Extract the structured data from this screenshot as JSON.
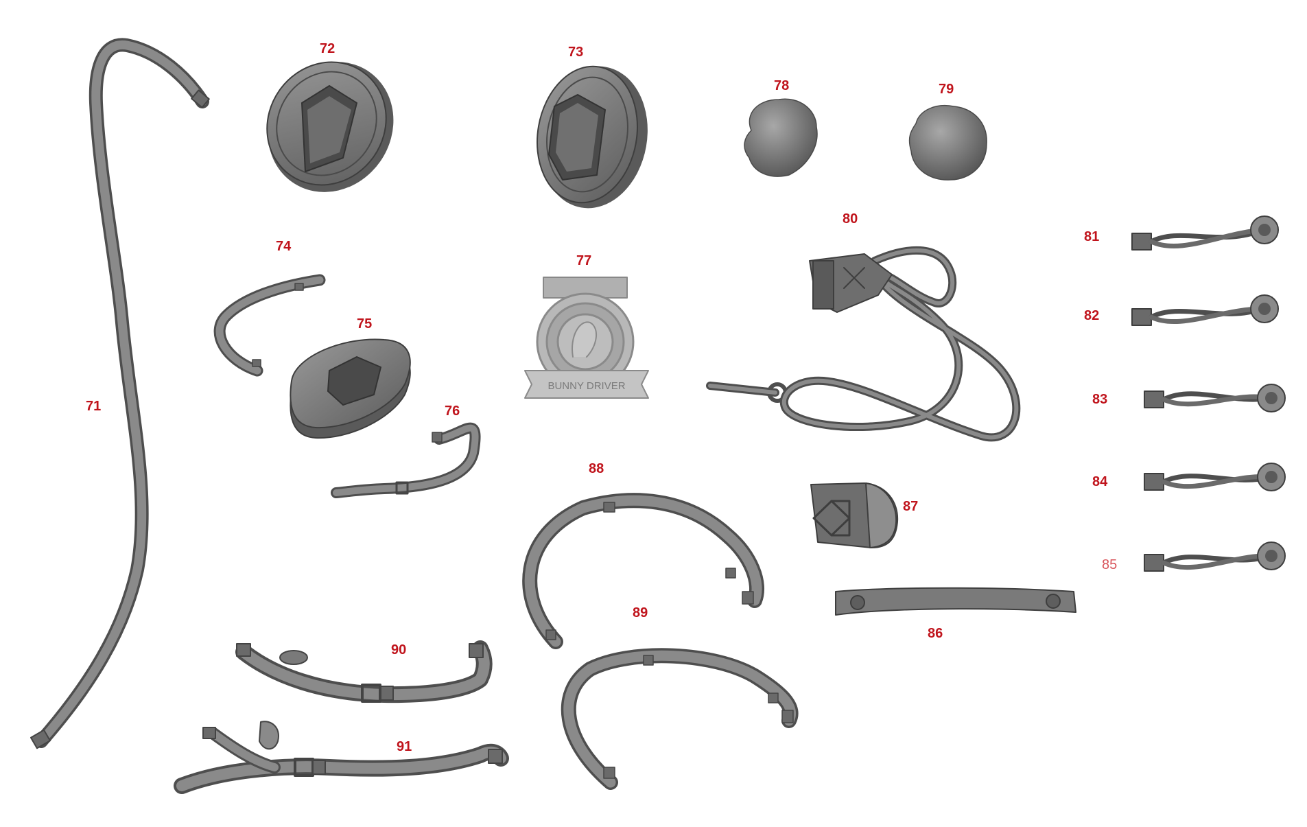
{
  "labels": {
    "p71": "71",
    "p72": "72",
    "p73": "73",
    "p74": "74",
    "p75": "75",
    "p76": "76",
    "p77": "77",
    "p78": "78",
    "p79": "79",
    "p80": "80",
    "p81": "81",
    "p82": "82",
    "p83": "83",
    "p84": "84",
    "p85": "85",
    "p86": "86",
    "p87": "87",
    "p88": "88",
    "p89": "89",
    "p90": "90",
    "p91": "91"
  },
  "medal": {
    "text": "BUNNY DRIVER"
  },
  "colors": {
    "label": "#c0141c",
    "part": "#7d7d7d",
    "part_dark": "#4e4e4e",
    "part_light": "#a9a9a9",
    "background": "#ffffff"
  }
}
